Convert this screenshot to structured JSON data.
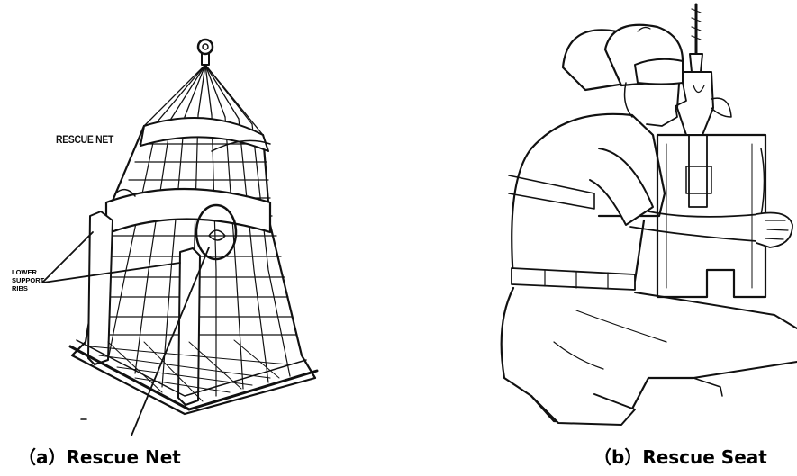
{
  "panel_a": {
    "diagram_label": "RESCUE NET",
    "callout_label": [
      "LOWER",
      "SUPPORT",
      "RIBS"
    ],
    "caption": "（a）Rescue Net"
  },
  "panel_b": {
    "caption": "（b）Rescue Seat"
  },
  "colors": {
    "ink": "#111111",
    "background": "#ffffff"
  }
}
